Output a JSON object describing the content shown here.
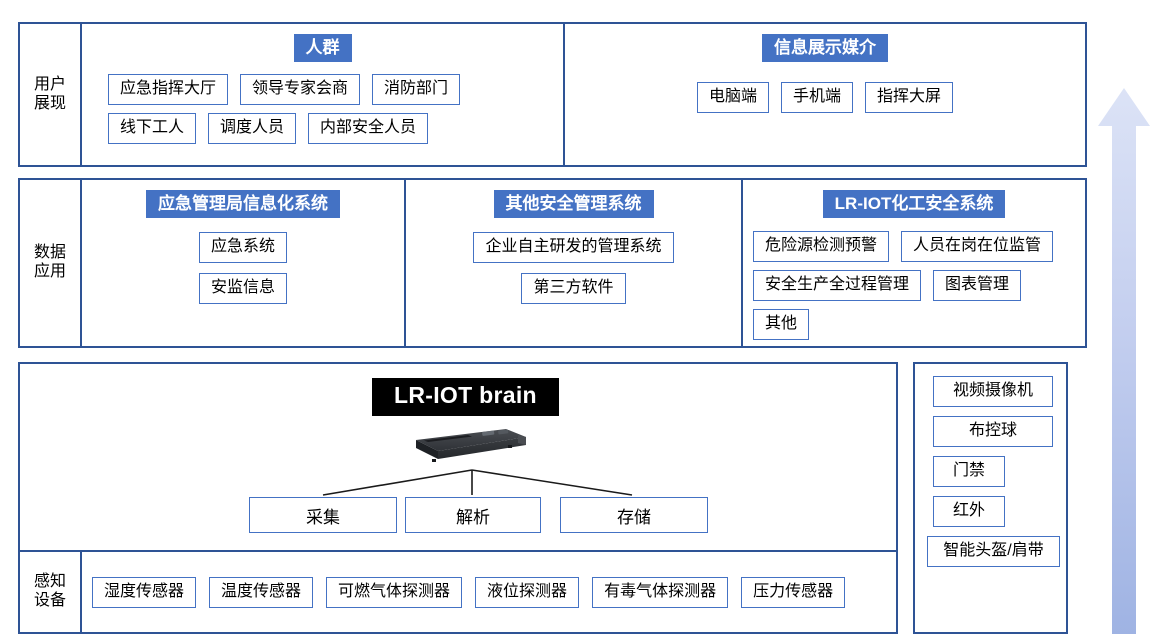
{
  "diagram": {
    "title": "LR-IOT chemical safety IoT architecture",
    "accent_blue": "#4472C4",
    "panel_border": "#2E5395",
    "banner_black": "#000000"
  },
  "rows": {
    "user_layer": {
      "label": "用户展现",
      "groups": [
        {
          "heading": "人群",
          "items_line1": [
            "应急指挥大厅",
            "领导专家会商",
            "消防部门"
          ],
          "items_line2": [
            "线下工人",
            "调度人员",
            "内部安全人员"
          ]
        },
        {
          "heading": "信息展示媒介",
          "items_line1": [
            "电脑端",
            "手机端",
            "指挥大屏"
          ],
          "items_line2": []
        }
      ]
    },
    "data_layer": {
      "label": "数据应用",
      "groups": [
        {
          "heading": "应急管理局信息化系统",
          "items": [
            "应急系统",
            "安监信息"
          ]
        },
        {
          "heading": "其他安全管理系统",
          "items": [
            "企业自主研发的管理系统",
            "第三方软件"
          ]
        },
        {
          "heading": "LR-IOT化工安全系统",
          "items": [
            "危险源检测预警",
            "人员在岗在位监管",
            "安全生产全过程管理",
            "图表管理",
            "其他"
          ]
        }
      ]
    }
  },
  "brain": {
    "banner": "LR-IOT brain",
    "device_icon": "rack-server-icon",
    "processes": [
      "采集",
      "解析",
      "存储"
    ]
  },
  "sensing": {
    "label": "感知设备",
    "items": [
      "湿度传感器",
      "温度传感器",
      "可燃气体探测器",
      "液位探测器",
      "有毒气体探测器",
      "压力传感器"
    ]
  },
  "devices": {
    "items": [
      "视频摄像机",
      "布控球",
      "门禁",
      "红外",
      "智能头盔/肩带"
    ]
  },
  "arrow": {
    "name": "upward-growth-arrow",
    "direction": "up",
    "gradient_top": "#DCE3F6",
    "gradient_bottom": "#9FB3E3"
  }
}
